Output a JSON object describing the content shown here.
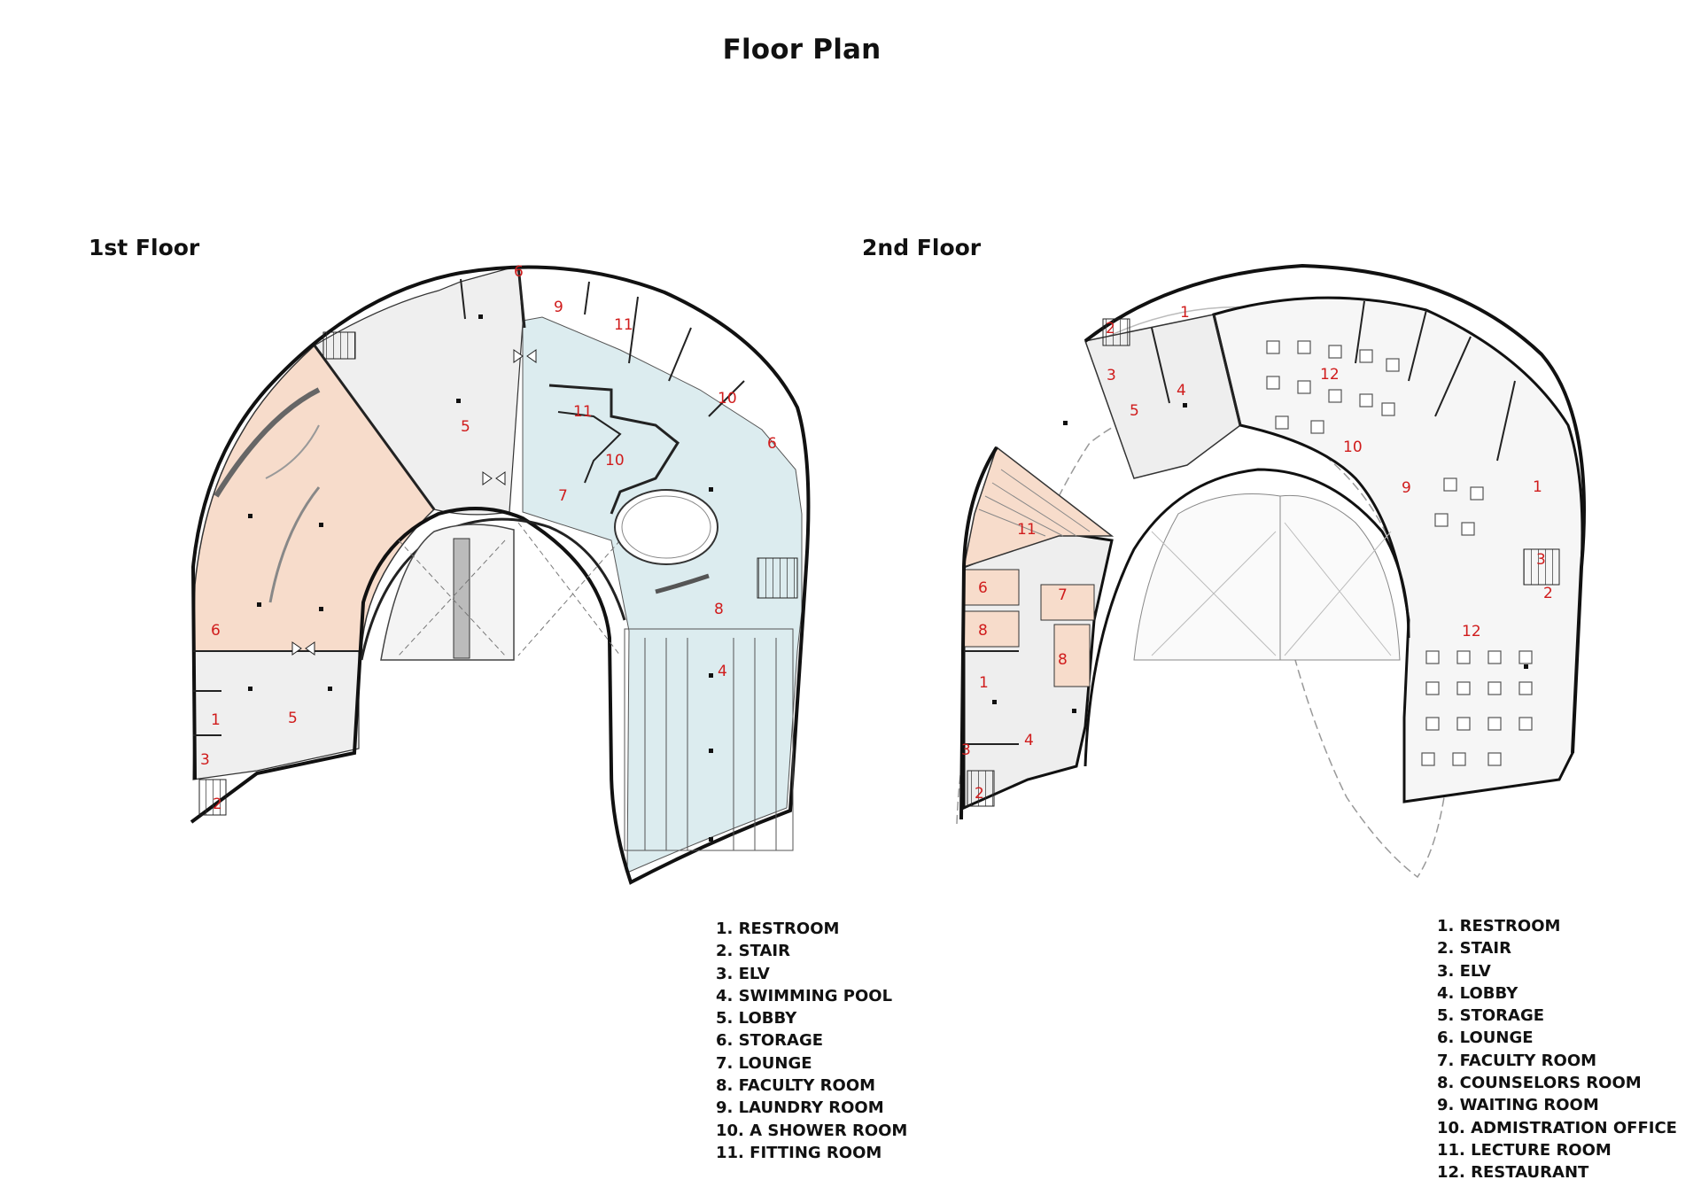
{
  "title": "Floor Plan",
  "floors": [
    {
      "title": "1st Floor",
      "legend": [
        "1. RESTROOM",
        "2. STAIR",
        "3. ELV",
        "4. SWIMMING POOL",
        "5. LOBBY",
        "6. STORAGE",
        "7. LOUNGE",
        "8. FACULTY ROOM",
        "9. LAUNDRY ROOM",
        "10. A SHOWER ROOM",
        "11. FITTING ROOM"
      ],
      "markers": [
        "1",
        "2",
        "3",
        "4",
        "5",
        "5",
        "6",
        "6",
        "6",
        "7",
        "8",
        "9",
        "10",
        "10",
        "11",
        "11"
      ]
    },
    {
      "title": "2nd Floor",
      "legend": [
        "1. RESTROOM",
        "2. STAIR",
        "3. ELV",
        "4. LOBBY",
        "5. STORAGE",
        "6. LOUNGE",
        "7. FACULTY ROOM",
        "8. COUNSELORS ROOM",
        "9. WAITING ROOM",
        "10. ADMISTRATION OFFICE",
        "11. LECTURE ROOM",
        "12. RESTAURANT"
      ],
      "markers": [
        "1",
        "1",
        "1",
        "2",
        "2",
        "2",
        "3",
        "3",
        "3",
        "4",
        "4",
        "5",
        "6",
        "7",
        "8",
        "8",
        "9",
        "10",
        "11",
        "12",
        "12"
      ]
    }
  ],
  "colors": {
    "room_number": "#d01c1c",
    "pool_zone": "#dcecef",
    "lounge_zone": "#f7dccb",
    "lobby_zone": "#efefef"
  }
}
